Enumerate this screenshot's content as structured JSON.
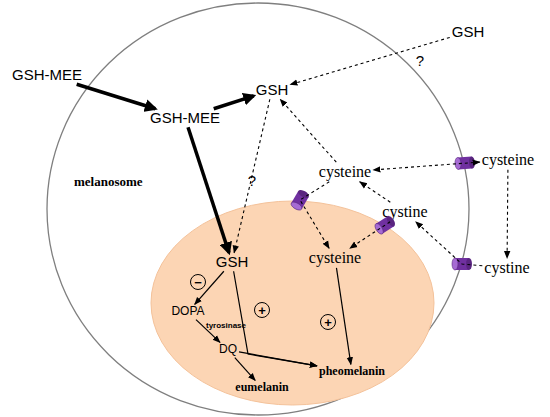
{
  "diagram": {
    "nodes": [
      {
        "text": []
      },
      {
        "text": [
          "GSH"
        ]
      },
      {
        "text": [
          "GSH-MEE"
        ]
      },
      {
        "text": [
          "GSH-MEE"
        ],
        "in": 0
      },
      {
        "text": [
          "GSH"
        ],
        "in": 0
      },
      {
        "text": [
          "cysteine"
        ]
      },
      {
        "text": [
          "cysteine"
        ],
        "in": 0
      },
      {
        "text": [
          "cystine"
        ],
        "in": 0
      },
      {
        "text": [
          "cystine"
        ]
      },
      {
        "text": [
          "melanosome"
        ],
        "in": 0
      },
      {
        "text": [
          "GSH"
        ],
        "in": 9
      },
      {
        "text": [
          "cysteine"
        ],
        "in": 9
      },
      {
        "text": [
          "DOPA"
        ],
        "in": 9
      },
      {
        "text": [
          "DQ"
        ],
        "in": 9
      },
      {
        "text": [
          "pheomelanin"
        ],
        "in": 9
      },
      {
        "text": [
          "eumelanin"
        ],
        "in": 9
      }
    ],
    "edges": [
      {
        "from": 2,
        "to": 3,
        "arrow": "to"
      },
      {
        "from": 3,
        "to": 4,
        "arrow": "to"
      },
      {
        "from": 3,
        "to": 10,
        "arrow": "to"
      },
      {
        "from": 1,
        "to": 4,
        "arrow": "to",
        "label": "?"
      },
      {
        "from": 4,
        "to": 10,
        "arrow": "to",
        "label": "?"
      },
      {
        "from": 6,
        "to": 4,
        "arrow": "to"
      },
      {
        "from": 5,
        "to": 6,
        "arrow": "both"
      },
      {
        "from": 5,
        "to": 8,
        "arrow": "to"
      },
      {
        "from": 8,
        "to": 7,
        "arrow": "to"
      },
      {
        "from": 7,
        "to": 6,
        "arrow": "to"
      },
      {
        "from": 7,
        "to": 11,
        "arrow": "to"
      },
      {
        "from": 6,
        "to": 11,
        "arrow": "to"
      },
      {
        "from": 10,
        "to": 12,
        "arrow": "to"
      },
      {
        "from": 12,
        "to": 13,
        "arrow": "to",
        "label": "tyrosinase"
      },
      {
        "from": 10,
        "to": 14,
        "arrow": "to"
      },
      {
        "from": 11,
        "to": 14,
        "arrow": "to"
      },
      {
        "from": 13,
        "to": 14,
        "arrow": "to"
      },
      {
        "from": 13,
        "to": 15,
        "arrow": "to"
      }
    ],
    "labels": [
      "−",
      "+",
      "+"
    ]
  }
}
